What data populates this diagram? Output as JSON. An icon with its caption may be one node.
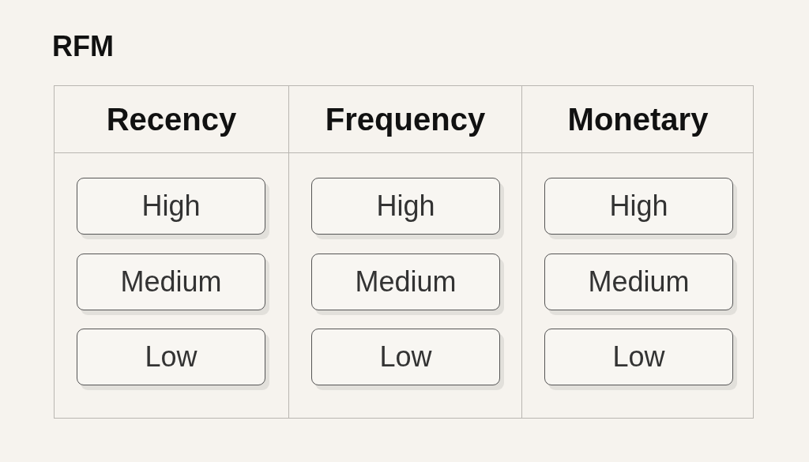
{
  "diagram": {
    "title": "RFM",
    "nodes": [
      {
        "text": [
          "Recency"
        ]
      },
      {
        "text": [
          "High"
        ],
        "in": 0
      },
      {
        "text": [
          "Medium"
        ],
        "in": 0
      },
      {
        "text": [
          "Low"
        ],
        "in": 0
      },
      {
        "text": [
          "Frequency"
        ]
      },
      {
        "text": [
          "High"
        ],
        "in": 4
      },
      {
        "text": [
          "Medium"
        ],
        "in": 4
      },
      {
        "text": [
          "Low"
        ],
        "in": 4
      },
      {
        "text": [
          "Monetary"
        ]
      },
      {
        "text": [
          "High"
        ],
        "in": 8
      },
      {
        "text": [
          "Medium"
        ],
        "in": 8
      },
      {
        "text": [
          "Low"
        ],
        "in": 8
      }
    ]
  }
}
